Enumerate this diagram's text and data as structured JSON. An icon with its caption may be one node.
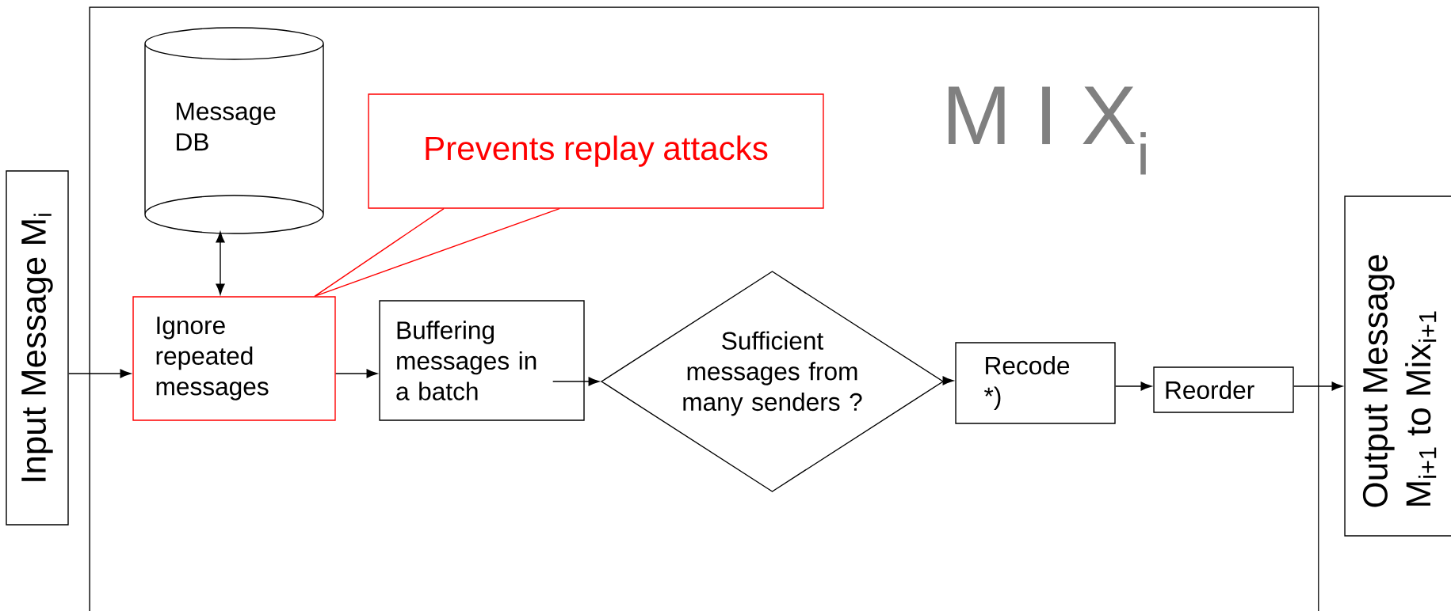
{
  "diagram": {
    "nodes": [
      {
        "text": [
          "Input Message M$_{i}$"
        ]
      },
      {
        "text": [
          "M I X$_{i}$"
        ]
      },
      {
        "text": [
          "Message DB"
        ],
        "in": 1
      },
      {
        "text": [
          "Prevents replay attacks"
        ],
        "in": 1
      },
      {
        "text": [
          "Ignore repeated messages"
        ],
        "in": 1
      },
      {
        "text": [
          "Buffering messages in a batch"
        ],
        "in": 1
      },
      {
        "text": [
          "Sufficient messages from many senders ?"
        ],
        "in": 1
      },
      {
        "text": [
          "Recode *)"
        ],
        "in": 1
      },
      {
        "text": [
          "Reorder"
        ],
        "in": 1
      },
      {
        "text": [
          "Output Message M$_{i+1}$ to Mix$_{i+1}$"
        ]
      }
    ],
    "edges": [
      {
        "from": 0,
        "to": 4,
        "arrow": "to"
      },
      {
        "from": 4,
        "to": 2,
        "arrow": "both"
      },
      {
        "from": 3,
        "to": 4,
        "arrow": "none",
        "color": "#ff0000"
      },
      {
        "from": 4,
        "to": 5,
        "arrow": "to"
      },
      {
        "from": 5,
        "to": 6,
        "arrow": "to"
      },
      {
        "from": 6,
        "to": 7,
        "arrow": "to"
      },
      {
        "from": 7,
        "to": 8,
        "arrow": "to"
      },
      {
        "from": 8,
        "to": 9,
        "arrow": "to"
      }
    ]
  }
}
